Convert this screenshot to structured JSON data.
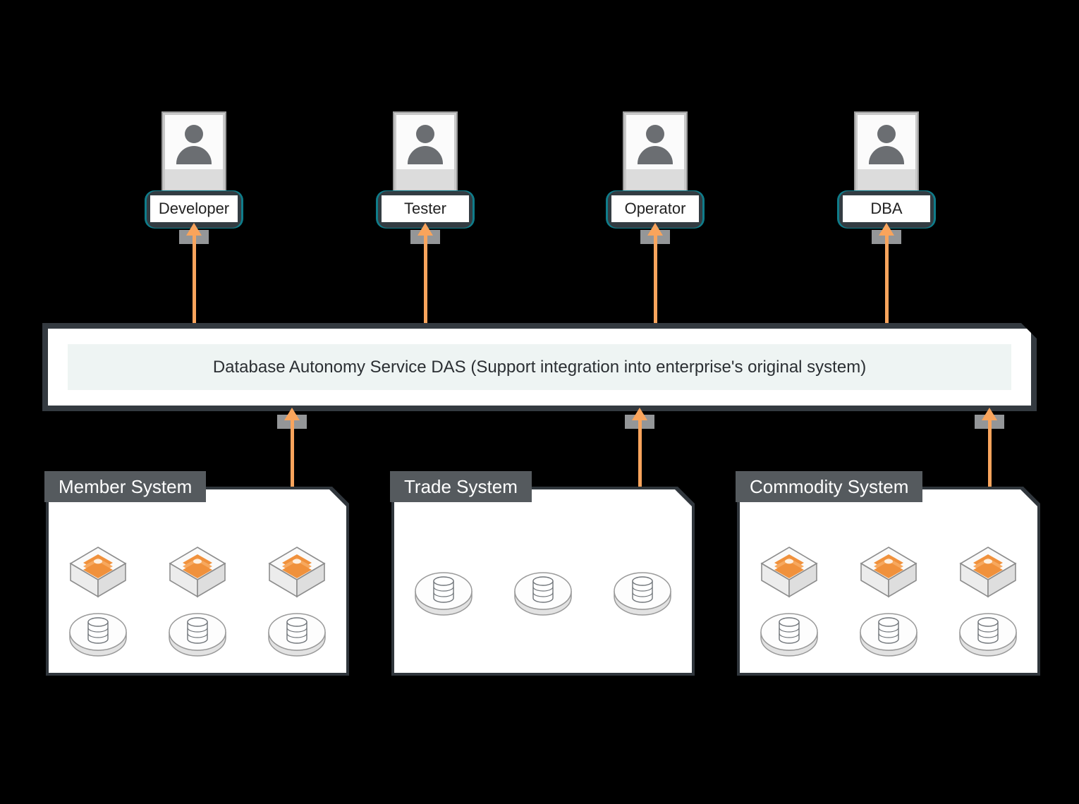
{
  "diagram": {
    "title": "Database Autonomy Service DAS architecture",
    "background_color": "#000000",
    "accent_color": "#f9a45c",
    "frame_color": "#343a40",
    "badge_teal": "#0f7c8a"
  },
  "personas": [
    {
      "label": "Developer",
      "icon": "user-icon"
    },
    {
      "label": "Tester",
      "icon": "user-icon"
    },
    {
      "label": "Operator",
      "icon": "user-icon"
    },
    {
      "label": "DBA",
      "icon": "user-icon"
    }
  ],
  "service_bar": {
    "text": "Database Autonomy Service DAS (Support integration into enterprise's original system)"
  },
  "systems": [
    {
      "title": "Member System",
      "rows": [
        {
          "type": "cube",
          "icon": "package-cube-icon",
          "count": 3
        },
        {
          "type": "database",
          "icon": "database-cylinder-icon",
          "count": 3
        }
      ]
    },
    {
      "title": "Trade System",
      "rows": [
        {
          "type": "database",
          "icon": "database-cylinder-icon",
          "count": 3
        }
      ]
    },
    {
      "title": "Commodity System",
      "rows": [
        {
          "type": "cube",
          "icon": "package-cube-icon",
          "count": 3
        },
        {
          "type": "database",
          "icon": "database-cylinder-icon",
          "count": 3
        }
      ]
    }
  ],
  "connections": [
    {
      "from": "Database Autonomy Service DAS",
      "to": "Developer",
      "icon": "up-arrow-icon"
    },
    {
      "from": "Database Autonomy Service DAS",
      "to": "Tester",
      "icon": "up-arrow-icon"
    },
    {
      "from": "Database Autonomy Service DAS",
      "to": "Operator",
      "icon": "up-arrow-icon"
    },
    {
      "from": "Database Autonomy Service DAS",
      "to": "DBA",
      "icon": "up-arrow-icon"
    },
    {
      "from": "Member System",
      "to": "Database Autonomy Service DAS",
      "icon": "up-arrow-icon"
    },
    {
      "from": "Trade System",
      "to": "Database Autonomy Service DAS",
      "icon": "up-arrow-icon"
    },
    {
      "from": "Commodity System",
      "to": "Database Autonomy Service DAS",
      "icon": "up-arrow-icon"
    }
  ]
}
